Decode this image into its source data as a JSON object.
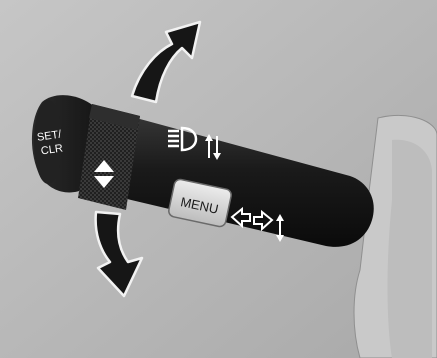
{
  "stalk": {
    "set_clr_line1": "SET/",
    "set_clr_line2": "CLR",
    "menu_label": "MENU"
  },
  "colors": {
    "background": "#b8b8b8",
    "stalk_dark": "#1a1a1a",
    "arrow_fill": "#161616",
    "arrow_outline": "#f2f2f2",
    "menu_button": "#d8d8d8",
    "label_text": "#ffffff"
  },
  "icons": {
    "upward_arrow": "curved-up-arrow-icon",
    "downward_arrow": "curved-down-arrow-icon",
    "headlamp": "high-beam-headlamp-icon",
    "headlamp_toggle": "up-down-small-arrows-icon",
    "ring_toggle": "up-down-triangle-icon",
    "menu_navigation": "left-right-arrows-icon",
    "menu_toggle": "up-down-small-arrows-icon"
  }
}
